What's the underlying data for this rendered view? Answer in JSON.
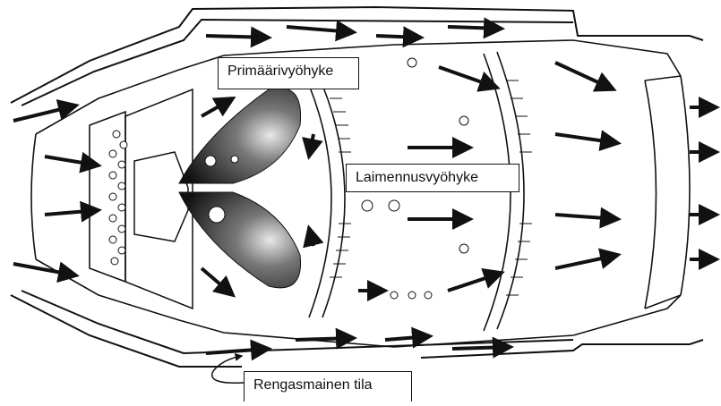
{
  "diagram": {
    "labels": {
      "primary_zone": "Primäärivyöhyke",
      "dilution_zone": "Laimennusvyöhyke",
      "annular_space": "Rengasmainen tila"
    },
    "colors": {
      "line": "#111111",
      "flame_dark": "#111111",
      "flame_light": "#dddddd",
      "background": "#ffffff"
    }
  }
}
